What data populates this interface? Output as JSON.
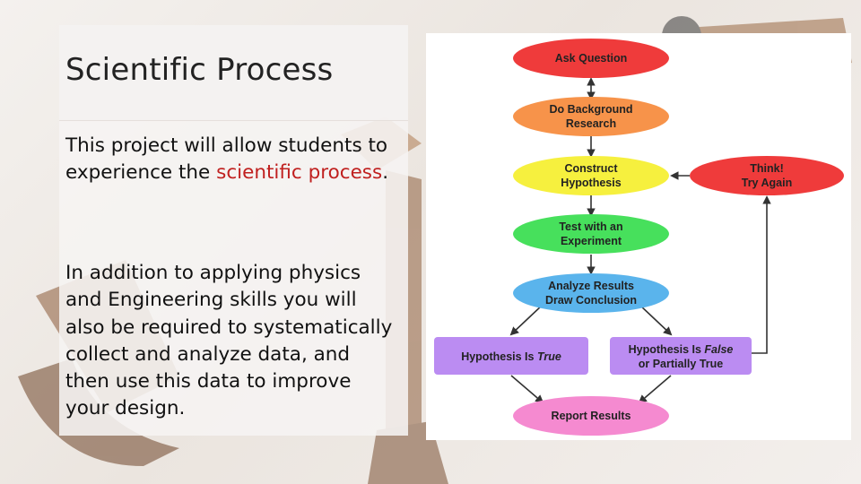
{
  "slide": {
    "title": "Scientific Process",
    "paragraph1": {
      "before": "This project will allow students to experience the ",
      "highlight": "scientific process",
      "after": "."
    },
    "paragraph2": "In addition to applying physics and Engineering skills you will also be required to systematically collect and analyze data, and then use this data to improve your design."
  },
  "flowchart": {
    "nodes": [
      {
        "id": "ask",
        "line1": "Ask Question",
        "line2": "",
        "fill": "#ef3b3b"
      },
      {
        "id": "background",
        "line1": "Do Background",
        "line2": "Research",
        "fill": "#f7934a"
      },
      {
        "id": "hypothesis",
        "line1": "Construct",
        "line2": "Hypothesis",
        "fill": "#f6f03e"
      },
      {
        "id": "experiment",
        "line1": "Test with an",
        "line2": "Experiment",
        "fill": "#47e05c"
      },
      {
        "id": "analyze",
        "line1": "Analyze Results",
        "line2": "Draw Conclusion",
        "fill": "#5ab4ec"
      },
      {
        "id": "true",
        "line1": "Hypothesis Is ",
        "line1_italic": "True",
        "line2": "",
        "fill": "#bb8cf2"
      },
      {
        "id": "false",
        "line1": "Hypothesis Is ",
        "line1_italic": "False",
        "line2": "or Partially True",
        "fill": "#bb8cf2"
      },
      {
        "id": "report",
        "line1": "Report Results",
        "line2": "",
        "fill": "#f58ad0"
      },
      {
        "id": "think",
        "line1": "Think!",
        "line2": "Try Again",
        "fill": "#ef3b3b"
      }
    ],
    "arrow_color": "#333333"
  }
}
